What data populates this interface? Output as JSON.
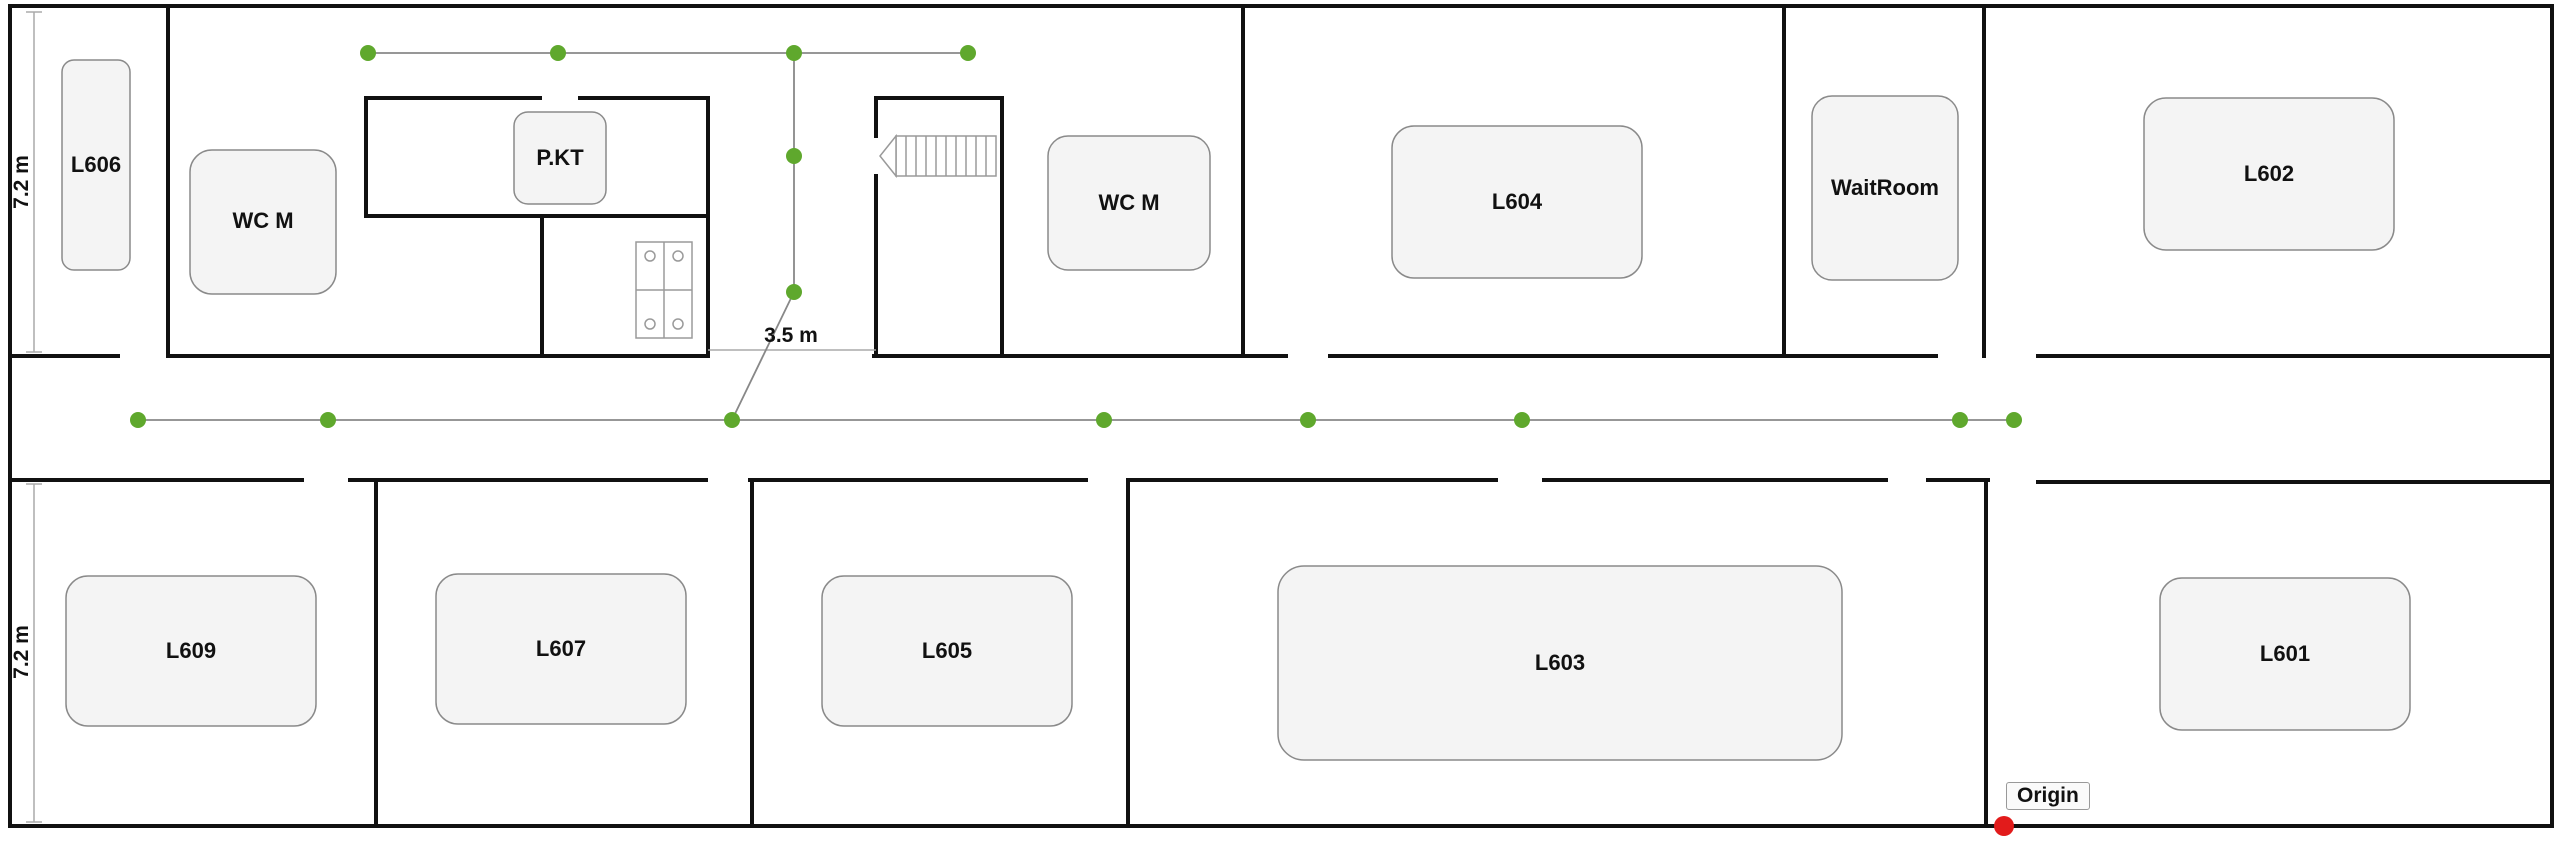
{
  "rooms": [
    {
      "id": "l606",
      "label": "L606"
    },
    {
      "id": "wc-m-left",
      "label": "WC M"
    },
    {
      "id": "pkt",
      "label": "P.KT"
    },
    {
      "id": "wc-m-right",
      "label": "WC M"
    },
    {
      "id": "l604",
      "label": "L604"
    },
    {
      "id": "waitroom",
      "label": "WaitRoom"
    },
    {
      "id": "l602",
      "label": "L602"
    },
    {
      "id": "l609",
      "label": "L609"
    },
    {
      "id": "l607",
      "label": "L607"
    },
    {
      "id": "l605",
      "label": "L605"
    },
    {
      "id": "l603",
      "label": "L603"
    },
    {
      "id": "l601",
      "label": "L601"
    }
  ],
  "dimensions": {
    "top_height": "7.2 m",
    "bottom_height": "7.2 m",
    "corridor_width": "3.5 m"
  },
  "origin": {
    "label": "Origin",
    "color": "#e21b1b"
  },
  "colors": {
    "wall": "#111111",
    "room_fill": "#f4f4f4",
    "room_border": "#8a8a8a",
    "node": "#5fa82d",
    "path": "#888888"
  }
}
